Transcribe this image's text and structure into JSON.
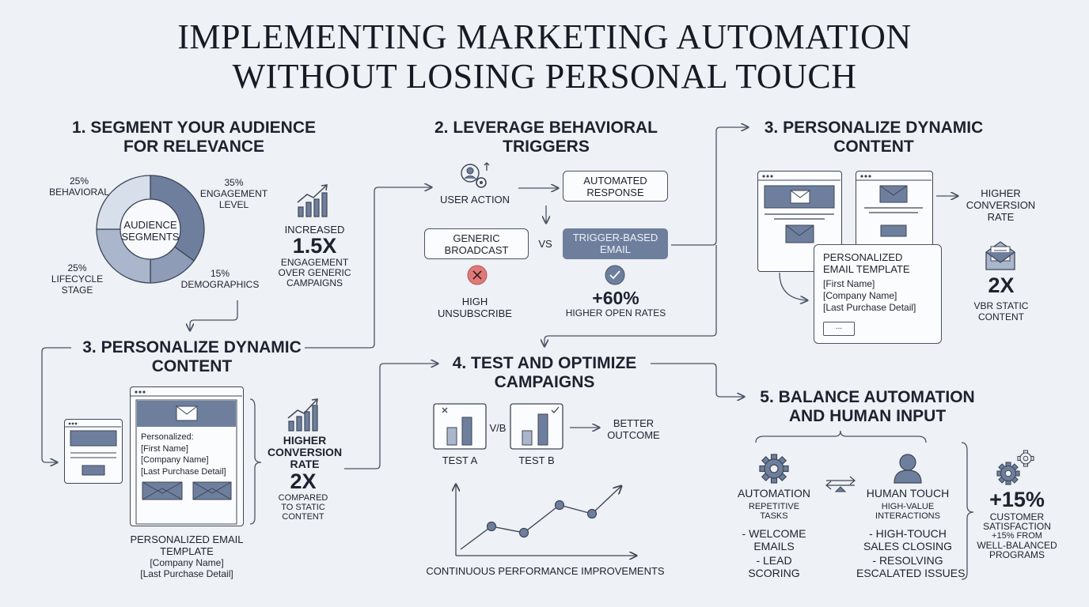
{
  "title": {
    "line1": "IMPLEMENTING MARKETING AUTOMATION",
    "line2": "WITHOUT LOSING PERSONAL TOUCH"
  },
  "s1": {
    "heading1": "1. SEGMENT YOUR AUDIENCE",
    "heading2": "FOR RELEVANCE",
    "center1": "AUDIENCE",
    "center2": "SEGMENTS",
    "segments": [
      {
        "pct": "25%",
        "label1": "BEHAVIORAL",
        "label2": "",
        "label3": "",
        "value": 25,
        "color": "#d7dfeb"
      },
      {
        "pct": "35%",
        "label1": "ENGAGEMENT",
        "label2": "LEVEL",
        "label3": "",
        "value": 35,
        "color": "#6e7f9e"
      },
      {
        "pct": "15%",
        "label1": "DEMOGRAPHICS",
        "label2": "",
        "label3": "",
        "value": 15,
        "color": "#8e9cb8"
      },
      {
        "pct": "25%",
        "label1": "LIFECYCLE",
        "label2": "STAGE",
        "label3": "",
        "value": 25,
        "color": "#a9b6cc"
      }
    ],
    "stat_top": "INCREASED",
    "stat_big": "1.5X",
    "stat_l1": "ENGAGEMENT",
    "stat_l2": "OVER GENERIC",
    "stat_l3": "CAMPAIGNS"
  },
  "s2": {
    "heading1": "2. LEVERAGE BEHAVIORAL",
    "heading2": "TRIGGERS",
    "user_action": "USER ACTION",
    "automated1": "AUTOMATED",
    "automated2": "RESPONSE",
    "generic1": "GENERIC",
    "generic2": "BROADCAST",
    "vs": "VS",
    "trigger1": "TRIGGER-BASED",
    "trigger2": "EMAIL",
    "bad1": "HIGH",
    "bad2": "UNSUBSCRIBE",
    "good_big": "+60%",
    "good_label": "HIGHER OPEN RATES"
  },
  "s3a": {
    "heading1": "3. PERSONALIZE DYNAMIC",
    "heading2": "CONTENT",
    "tpl_title1": "PERSONALIZED",
    "tpl_title2": "EMAIL TEMPLATE",
    "tpl_f1": "[First Name]",
    "tpl_f2": "[Company Name]",
    "tpl_f3": "[Last Purchase Detail]",
    "tpl_btn": "...",
    "result1": "HIGHER",
    "result2": "CONVERSION",
    "result3": "RATE",
    "big": "2X",
    "big_l1": "VBR STATIC",
    "big_l2": "CONTENT"
  },
  "s3b": {
    "heading1": "3. PERSONALIZE DYNAMIC",
    "heading2": "CONTENT",
    "personalized": "Personalized:",
    "f1": "[First Name]",
    "f2": "[Company Name]",
    "f3": "[Last Purchase Detail]",
    "cap1": "PERSONALIZED EMAIL",
    "cap2": "TEMPLATE",
    "cap3": "[Company Name]",
    "cap4": "[Last Purchase Detail]",
    "r1": "HIGHER",
    "r2": "CONVERSION",
    "r3": "RATE",
    "big": "2X",
    "b1": "COMPARED",
    "b2": "TO STATIC",
    "b3": "CONTENT"
  },
  "s4": {
    "heading1": "4. TEST AND OPTIMIZE",
    "heading2": "CAMPAIGNS",
    "vb": "V/B",
    "test_a": "TEST A",
    "test_b": "TEST B",
    "outcome1": "BETTER",
    "outcome2": "OUTCOME",
    "caption": "CONTINUOUS PERFORMANCE IMPROVEMENTS"
  },
  "s5": {
    "heading1": "5. BALANCE AUTOMATION",
    "heading2": "AND HUMAN INPUT",
    "auto_title": "AUTOMATION",
    "auto_sub1": "REPETITIVE",
    "auto_sub2": "TASKS",
    "auto_i1a": "- WELCOME",
    "auto_i1b": "EMAILS",
    "auto_i2a": "- LEAD",
    "auto_i2b": "SCORING",
    "human_title": "HUMAN TOUCH",
    "human_sub1": "HIGH-VALUE",
    "human_sub2": "INTERACTIONS",
    "human_i1a": "- HIGH-TOUCH",
    "human_i1b": "SALES CLOSING",
    "human_i2a": "- RESOLVING",
    "human_i2b": "ESCALATED ISSUES",
    "big": "+15%",
    "c1": "CUSTOMER",
    "c2": "SATISFACTION",
    "c3": "+15% FROM",
    "c4": "WELL-BALANCED",
    "c5": "PROGRAMS"
  },
  "icons": {
    "user_gear": "user-gear-icon",
    "envelope": "envelope-icon",
    "x_mark": "x-mark-icon",
    "check_mark": "check-mark-icon",
    "gear": "gear-icon",
    "person": "person-icon",
    "scale": "balance-icon",
    "bar_growth": "bar-growth-icon"
  },
  "colors": {
    "accent": "#6e7f9e",
    "bad": "#e07a7a",
    "good": "#6e7f9e",
    "ink": "#1d2230",
    "background": "#eef1f5"
  }
}
